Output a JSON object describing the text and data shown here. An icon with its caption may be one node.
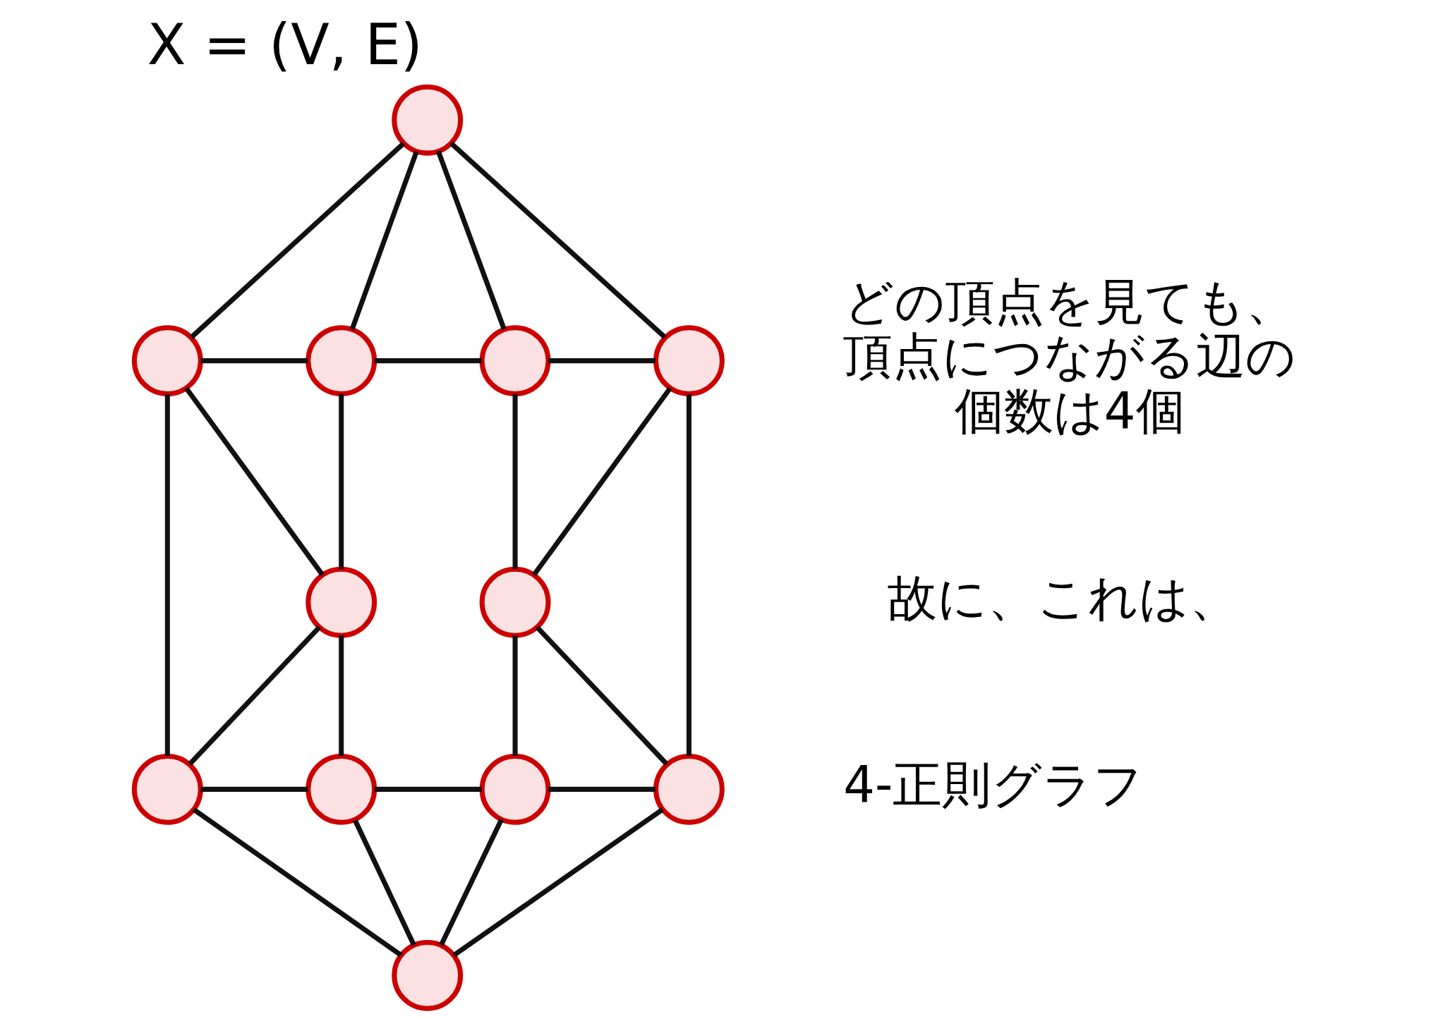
{
  "diagram": {
    "title": "X = (V, E)",
    "nodes": [
      {
        "text": [],
        "shape": "circle"
      },
      {
        "text": [],
        "shape": "circle"
      },
      {
        "text": [],
        "shape": "circle"
      },
      {
        "text": [],
        "shape": "circle"
      },
      {
        "text": [],
        "shape": "circle"
      },
      {
        "text": [],
        "shape": "circle"
      },
      {
        "text": [],
        "shape": "circle"
      },
      {
        "text": [],
        "shape": "circle"
      },
      {
        "text": [],
        "shape": "circle"
      },
      {
        "text": [],
        "shape": "circle"
      },
      {
        "text": [],
        "shape": "circle"
      },
      {
        "text": [],
        "shape": "circle"
      }
    ],
    "edges": [
      {
        "from": 0,
        "to": 1,
        "arrow": "none"
      },
      {
        "from": 0,
        "to": 2,
        "arrow": "none"
      },
      {
        "from": 0,
        "to": 3,
        "arrow": "none"
      },
      {
        "from": 0,
        "to": 4,
        "arrow": "none"
      },
      {
        "from": 1,
        "to": 2,
        "arrow": "none"
      },
      {
        "from": 1,
        "to": 5,
        "arrow": "none"
      },
      {
        "from": 1,
        "to": 7,
        "arrow": "none"
      },
      {
        "from": 2,
        "to": 3,
        "arrow": "none"
      },
      {
        "from": 2,
        "to": 5,
        "arrow": "none"
      },
      {
        "from": 3,
        "to": 4,
        "arrow": "none"
      },
      {
        "from": 3,
        "to": 6,
        "arrow": "none"
      },
      {
        "from": 4,
        "to": 6,
        "arrow": "none"
      },
      {
        "from": 4,
        "to": 10,
        "arrow": "none"
      },
      {
        "from": 5,
        "to": 7,
        "arrow": "none"
      },
      {
        "from": 5,
        "to": 8,
        "arrow": "none"
      },
      {
        "from": 6,
        "to": 9,
        "arrow": "none"
      },
      {
        "from": 6,
        "to": 10,
        "arrow": "none"
      },
      {
        "from": 7,
        "to": 8,
        "arrow": "none"
      },
      {
        "from": 7,
        "to": 11,
        "arrow": "none"
      },
      {
        "from": 8,
        "to": 9,
        "arrow": "none"
      },
      {
        "from": 8,
        "to": 11,
        "arrow": "none"
      },
      {
        "from": 9,
        "to": 10,
        "arrow": "none"
      },
      {
        "from": 9,
        "to": 11,
        "arrow": "none"
      },
      {
        "from": 10,
        "to": 11,
        "arrow": "none"
      }
    ],
    "labels": [
      "どの頂点を見ても、頂点につながる辺の個数は4個",
      "故に、これは、",
      "4-正則グラフ"
    ]
  }
}
